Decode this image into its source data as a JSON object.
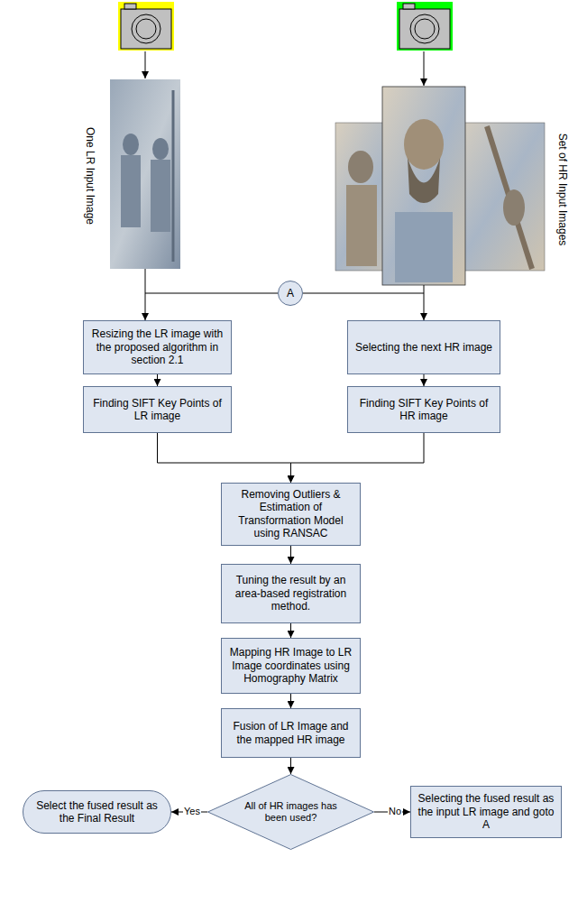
{
  "diagram": {
    "nodes": [
      {
        "text": [
          "A"
        ]
      },
      {
        "text": [
          "Resizing the LR image with the proposed algorithm in section 2.1"
        ]
      },
      {
        "text": [
          "Selecting the next HR image"
        ]
      },
      {
        "text": [
          "Finding SIFT Key Points of LR image"
        ]
      },
      {
        "text": [
          "Finding SIFT Key Points of HR image"
        ]
      },
      {
        "text": [
          "Removing Outliers & Estimation of Transformation Model using RANSAC"
        ]
      },
      {
        "text": [
          "Tuning the result by an area-based registration method."
        ]
      },
      {
        "text": [
          "Mapping HR Image to LR Image coordinates using Homography Matrix"
        ]
      },
      {
        "text": [
          "Fusion of LR Image and the mapped HR image"
        ]
      },
      {
        "text": [
          "All of HR images has been used?"
        ]
      },
      {
        "text": [
          "Select the fused result as the Final Result"
        ]
      },
      {
        "text": [
          "Selecting the fused result as the input LR image and goto A"
        ]
      }
    ],
    "edges": [
      {
        "from": 0,
        "to": 1,
        "arrow": "to"
      },
      {
        "from": 0,
        "to": 2,
        "arrow": "to"
      },
      {
        "from": 1,
        "to": 3,
        "arrow": "to"
      },
      {
        "from": 2,
        "to": 4,
        "arrow": "to"
      },
      {
        "from": 3,
        "to": 5,
        "arrow": "to"
      },
      {
        "from": 4,
        "to": 5,
        "arrow": "to"
      },
      {
        "from": 5,
        "to": 6,
        "arrow": "to"
      },
      {
        "from": 6,
        "to": 7,
        "arrow": "to"
      },
      {
        "from": 7,
        "to": 8,
        "arrow": "to"
      },
      {
        "from": 8,
        "to": 9,
        "arrow": "to"
      },
      {
        "from": 9,
        "to": 10,
        "label": "Yes",
        "arrow": "to"
      },
      {
        "from": 9,
        "to": 11,
        "label": "No",
        "arrow": "to"
      }
    ],
    "labels": [
      "One LR Input Image",
      "Set of HR Input Images"
    ]
  }
}
